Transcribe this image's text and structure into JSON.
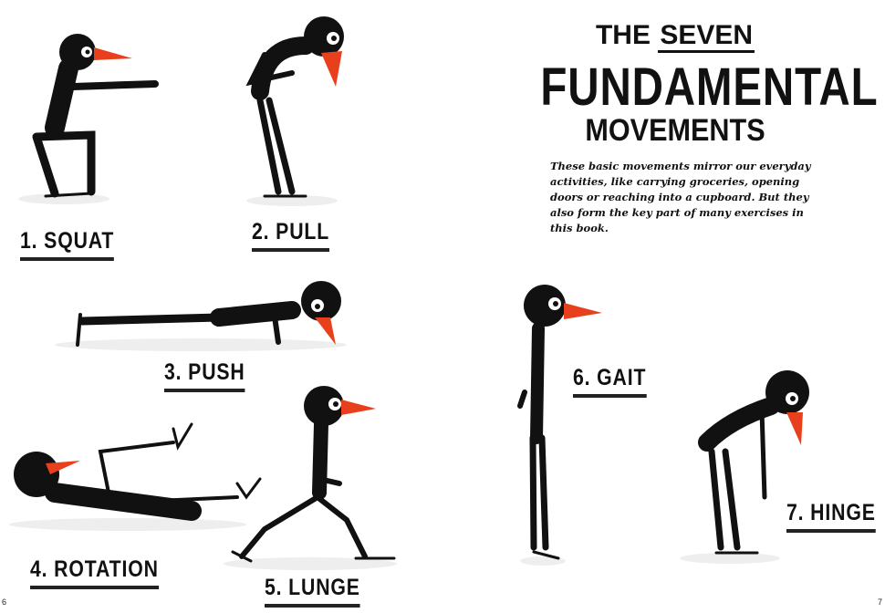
{
  "title": {
    "the": "THE",
    "seven": "SEVEN",
    "main": "FUNDAMENTAL",
    "sub": "MOVEMENTS"
  },
  "description": "These basic movements mirror our everyday activities, like carrying groceries, opening doors or reaching into a cupboard. But they also form the key part of many exercises in this book.",
  "movements": [
    {
      "label": "1. SQUAT"
    },
    {
      "label": "2. PULL"
    },
    {
      "label": "3. PUSH"
    },
    {
      "label": "4. ROTATION"
    },
    {
      "label": "5. LUNGE"
    },
    {
      "label": "6. GAIT"
    },
    {
      "label": "7. HINGE"
    }
  ],
  "page_numbers": {
    "left": "6",
    "right": "7"
  },
  "colors": {
    "beak": "#e8401c",
    "ink": "#111111",
    "shadow": "#ececec"
  }
}
